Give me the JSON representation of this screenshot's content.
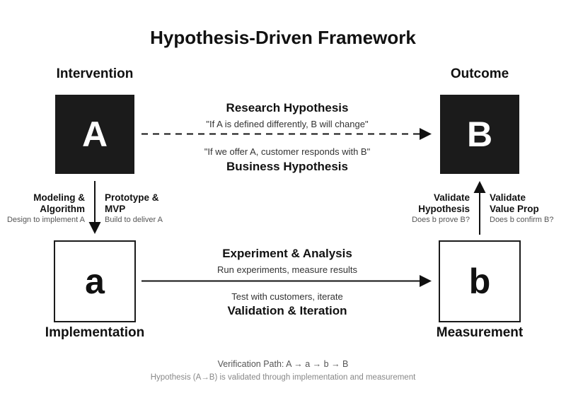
{
  "title": "Hypothesis-Driven Framework",
  "labels": {
    "intervention": "Intervention",
    "outcome": "Outcome",
    "implementation": "Implementation",
    "measurement": "Measurement"
  },
  "boxes": {
    "A": "A",
    "B": "B",
    "a": "a",
    "b": "b"
  },
  "top_link": {
    "heading": "Research Hypothesis",
    "quote_top": "\"If A is defined differently, B will change\"",
    "quote_bottom": "\"If we offer A, customer responds with B\"",
    "heading_bottom": "Business Hypothesis"
  },
  "bottom_link": {
    "heading": "Experiment & Analysis",
    "sub_top": "Run experiments, measure results",
    "sub_bottom": "Test with customers, iterate",
    "heading_bottom": "Validation & Iteration"
  },
  "left_link": {
    "left_head_1": "Modeling &",
    "left_head_2": "Algorithm",
    "left_sub": "Design to implement A",
    "right_head_1": "Prototype &",
    "right_head_2": "MVP",
    "right_sub": "Build to deliver A"
  },
  "right_link": {
    "left_head_1": "Validate",
    "left_head_2": "Hypothesis",
    "left_sub": "Does b prove B?",
    "right_head_1": "Validate",
    "right_head_2": "Value Prop",
    "right_sub": "Does b confirm B?"
  },
  "footer": {
    "path": "Verification Path: A → a → b → B",
    "note": "Hypothesis (A→B) is validated through implementation and measurement"
  },
  "colors": {
    "dark_box": "#1b1b1b",
    "arrow": "#111111"
  }
}
